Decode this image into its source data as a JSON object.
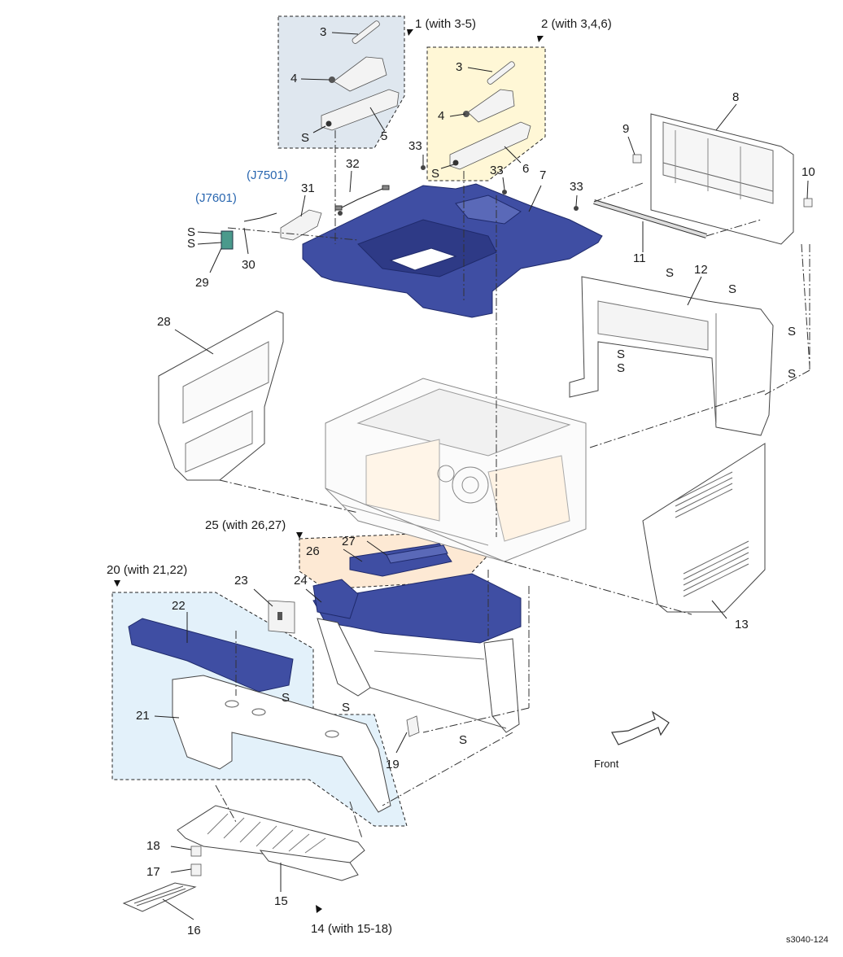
{
  "diagram": {
    "labels": {
      "g1": "1 (with 3-5)",
      "g2": "2 (with 3,4,6)",
      "p3a": "3",
      "p4a": "4",
      "p5": "5",
      "sa": "S",
      "p3b": "3",
      "p4b": "4",
      "p6": "6",
      "sb": "S",
      "p7": "7",
      "p8": "8",
      "p9": "9",
      "p10": "10",
      "p11": "11",
      "p12": "12",
      "p13": "13",
      "p33a": "33",
      "p33b": "33",
      "p33c": "33",
      "p32": "32",
      "p31": "31",
      "p30": "30",
      "p29": "29",
      "p28": "28",
      "j7501": "(J7501)",
      "j7601": "(J7601)",
      "s29a": "S",
      "s29b": "S",
      "s12a": "S",
      "s12b": "S",
      "s12c": "S",
      "s12d": "S",
      "s12e": "S",
      "s12f": "S",
      "g25": "25 (with 26,27)",
      "p26": "26",
      "p27": "27",
      "g20": "20 (with 21,22)",
      "p22": "22",
      "p21": "21",
      "s21": "S",
      "p23": "23",
      "p24": "24",
      "s24a": "S",
      "s24b": "S",
      "p19": "19",
      "p18": "18",
      "p17": "17",
      "p16": "16",
      "p15": "15",
      "g14": "14 (with 15-18)",
      "front": "Front",
      "code": "s3040-124"
    }
  }
}
